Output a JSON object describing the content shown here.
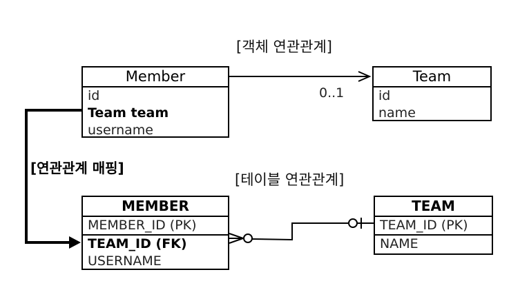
{
  "object_section": {
    "title": "[객체 연관관계]",
    "member": {
      "name": "Member",
      "fields": [
        "id",
        "Team team",
        "username"
      ]
    },
    "team": {
      "name": "Team",
      "fields": [
        "id",
        "name"
      ]
    },
    "multiplicity": "0..1"
  },
  "mapping_label": "[연관관계 매핑]",
  "table_section": {
    "title": "[테이블 연관관계]",
    "member": {
      "name": "MEMBER",
      "fields": [
        "MEMBER_ID (PK)",
        "TEAM_ID (FK)",
        "USERNAME"
      ]
    },
    "team": {
      "name": "TEAM",
      "fields": [
        "TEAM_ID (PK)",
        "NAME"
      ]
    }
  }
}
